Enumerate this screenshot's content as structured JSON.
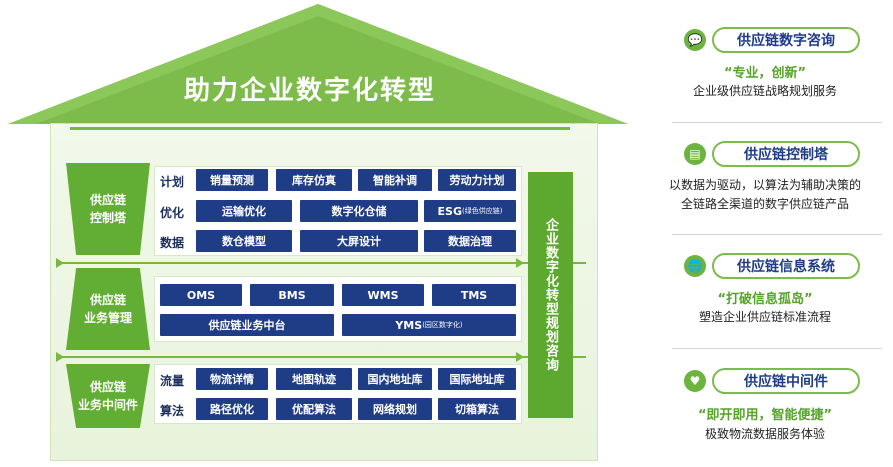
{
  "house": {
    "title": "助力企业数字化转型",
    "vertical_panel": "企业数字化转型规划咨询"
  },
  "sections": [
    {
      "name": "供应链\n控制塔",
      "rows": [
        {
          "label": "计划",
          "cells": [
            {
              "text": "销量预测"
            },
            {
              "text": "库存仿真"
            },
            {
              "text": "智能补调"
            },
            {
              "text": "劳动力计划"
            }
          ]
        },
        {
          "label": "优化",
          "cells": [
            {
              "text": "运输优化"
            },
            {
              "text": "数字化仓储"
            },
            {
              "text": "ESG",
              "note": "(绿色供应链)"
            }
          ]
        },
        {
          "label": "数据",
          "cells": [
            {
              "text": "数仓模型"
            },
            {
              "text": "大屏设计"
            },
            {
              "text": "数据治理"
            }
          ]
        }
      ]
    },
    {
      "name": "供应链\n业务管理",
      "rows": [
        {
          "label": "",
          "cells": [
            {
              "text": "OMS"
            },
            {
              "text": "BMS"
            },
            {
              "text": "WMS"
            },
            {
              "text": "TMS"
            }
          ]
        },
        {
          "label": "",
          "cells": [
            {
              "text": "供应链业务中台"
            },
            {
              "text": "YMS",
              "note": "(园区数字化)"
            }
          ]
        }
      ]
    },
    {
      "name": "供应链\n业务中间件",
      "rows": [
        {
          "label": "流量",
          "cells": [
            {
              "text": "物流详情"
            },
            {
              "text": "地图轨迹"
            },
            {
              "text": "国内地址库"
            },
            {
              "text": "国际地址库"
            }
          ]
        },
        {
          "label": "算法",
          "cells": [
            {
              "text": "路径优化"
            },
            {
              "text": "优配算法"
            },
            {
              "text": "网络规划"
            },
            {
              "text": "切箱算法"
            }
          ]
        }
      ]
    }
  ],
  "cards": [
    {
      "title": "供应链数字咨询",
      "icon": "chat-icon",
      "quote": "“专业，创新”",
      "desc": "企业级供应链战略规划服务"
    },
    {
      "title": "供应链控制塔",
      "icon": "tower-icon",
      "quote": "",
      "desc": "以数据为驱动，以算法为辅助决策的\n全链路全渠道的数字供应链产品"
    },
    {
      "title": "供应链信息系统",
      "icon": "globe-icon",
      "quote": "“打破信息孤岛”",
      "desc": "塑造企业供应链标准流程"
    },
    {
      "title": "供应链中间件",
      "icon": "heart-hand-icon",
      "quote": "“即开即用，智能便捷”",
      "desc": "极致物流数据服务体验"
    }
  ],
  "colors": {
    "green": "#6cb33f",
    "dark_green": "#4e9a26",
    "navy": "#1f3c86"
  }
}
